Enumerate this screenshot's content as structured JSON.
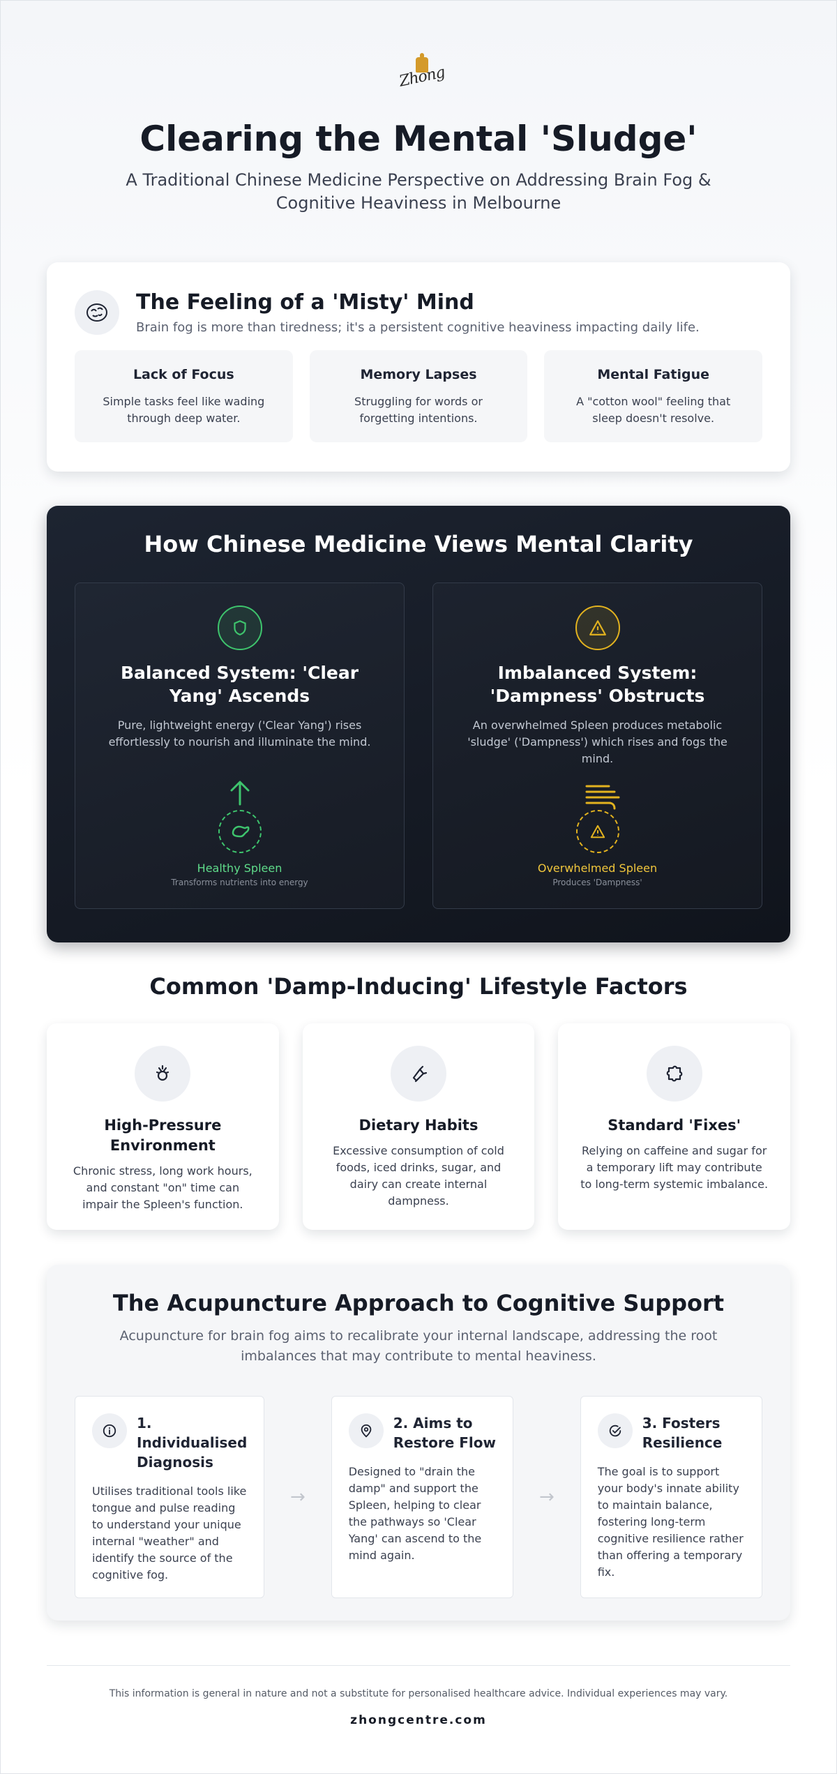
{
  "brand": {
    "logo_text": "Zhong",
    "site": "zhongcentre.com"
  },
  "header": {
    "title": "Clearing the Mental 'Sludge'",
    "subtitle": "A Traditional Chinese Medicine Perspective on Addressing Brain Fog & Cognitive Heaviness in Melbourne"
  },
  "misty": {
    "icon": "brain-icon",
    "title": "The Feeling of a 'Misty' Mind",
    "subtitle": "Brain fog is more than tiredness; it's a persistent cognitive heaviness impacting daily life.",
    "symptoms": [
      {
        "title": "Lack of Focus",
        "text": "Simple tasks feel like wading through deep water."
      },
      {
        "title": "Memory Lapses",
        "text": "Struggling for words or forgetting intentions."
      },
      {
        "title": "Mental Fatigue",
        "text": "A \"cotton wool\" feeling that sleep doesn't resolve."
      }
    ]
  },
  "tcm": {
    "title": "How Chinese Medicine Views Mental Clarity",
    "balanced": {
      "icon": "shield-icon",
      "title": "Balanced System: 'Clear Yang' Ascends",
      "text": "Pure, lightweight energy ('Clear Yang') rises effortlessly to nourish and illuminate the mind.",
      "organ_label": "Healthy Spleen",
      "organ_sub": "Transforms nutrients into energy",
      "color": "#3ec46d"
    },
    "imbalanced": {
      "icon": "warning-icon",
      "title": "Imbalanced System: 'Dampness' Obstructs",
      "text": "An overwhelmed Spleen produces metabolic 'sludge' ('Dampness') which rises and fogs the mind.",
      "organ_label": "Overwhelmed Spleen",
      "organ_sub": "Produces 'Dampness'",
      "color": "#e2b21f"
    }
  },
  "lifestyle": {
    "title": "Common 'Damp-Inducing' Lifestyle Factors",
    "items": [
      {
        "icon": "stress-icon",
        "title": "High-Pressure Environment",
        "text": "Chronic stress, long work hours, and constant \"on\" time can impair the Spleen's function."
      },
      {
        "icon": "food-icon",
        "title": "Dietary Habits",
        "text": "Excessive consumption of cold foods, iced drinks, sugar, and dairy can create internal dampness."
      },
      {
        "icon": "puzzle-icon",
        "title": "Standard 'Fixes'",
        "text": "Relying on caffeine and sugar for a temporary lift may contribute to long-term systemic imbalance."
      }
    ]
  },
  "acupuncture": {
    "title": "The Acupuncture Approach to Cognitive Support",
    "subtitle": "Acupuncture for brain fog aims to recalibrate your internal landscape, addressing the root imbalances that may contribute to mental heaviness.",
    "steps": [
      {
        "icon": "info-icon",
        "title": "1. Individualised Diagnosis",
        "text": "Utilises traditional tools like tongue and pulse reading to understand your unique internal \"weather\" and identify the source of the cognitive fog."
      },
      {
        "icon": "location-pin-icon",
        "title": "2. Aims to Restore Flow",
        "text": "Designed to \"drain the damp\" and support the Spleen, helping to clear the pathways so 'Clear Yang' can ascend to the mind again."
      },
      {
        "icon": "check-circle-icon",
        "title": "3. Fosters Resilience",
        "text": "The goal is to support your body's innate ability to maintain balance, fostering long-term cognitive resilience rather than offering a temporary fix."
      }
    ]
  },
  "footer": {
    "disclaimer": "This information is general in nature and not a substitute for personalised healthcare advice. Individual experiences may vary."
  }
}
